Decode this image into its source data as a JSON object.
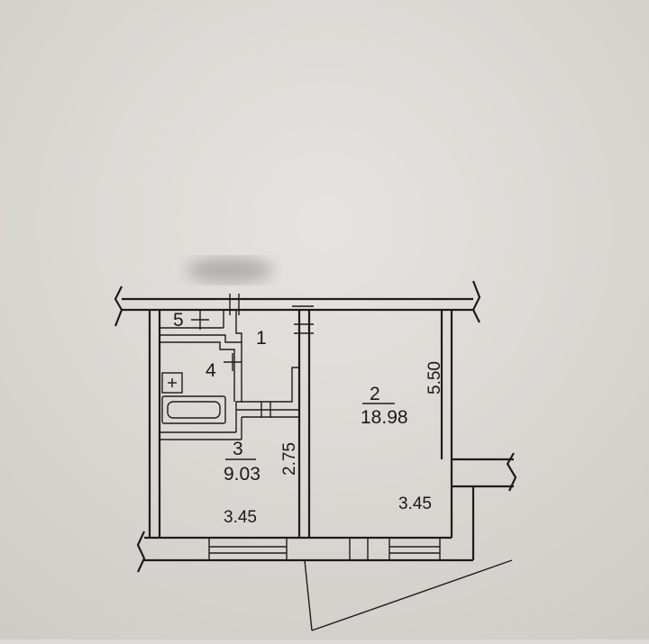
{
  "colors": {
    "paper": "#dcdad6",
    "ink": "#1c1c1c"
  },
  "rooms": [
    {
      "id": "1",
      "number": "1",
      "area": ""
    },
    {
      "id": "2",
      "number": "2",
      "area": "18.98"
    },
    {
      "id": "3",
      "number": "3",
      "area": "9.03"
    },
    {
      "id": "4",
      "number": "4",
      "area": ""
    },
    {
      "id": "5",
      "number": "5",
      "area": ""
    }
  ],
  "dimensions": {
    "room2_height": "5.50",
    "room2_width": "3.45",
    "room3_height": "2.75",
    "room3_width": "3.45"
  }
}
